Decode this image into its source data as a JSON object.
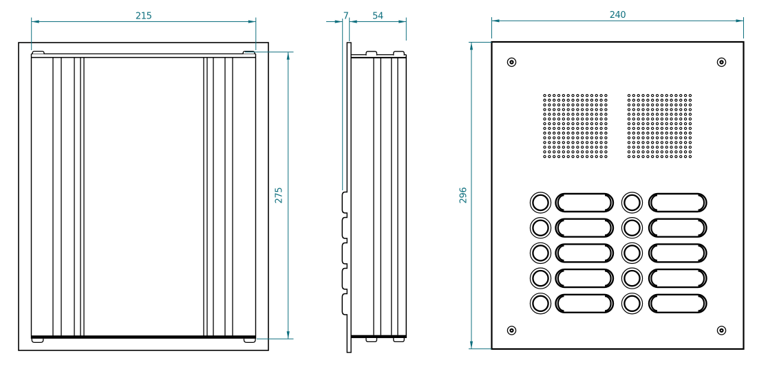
{
  "meta": {
    "drawing_type": "technical-dimension-drawing",
    "subject": "door-entry-intercom-panel",
    "views": [
      "back-box-front-view",
      "side-view",
      "front-panel-view"
    ]
  },
  "colors": {
    "line": "#000000",
    "dimension": "#0e6f7e",
    "background": "#ffffff"
  },
  "dimensions": {
    "back_box": {
      "width": "215",
      "height": "275"
    },
    "side": {
      "panel_offset": "7",
      "depth": "54"
    },
    "front_panel": {
      "width": "240",
      "height": "296"
    }
  },
  "front_panel": {
    "corner_screws": {
      "count": 4
    },
    "speaker_grille": {
      "count": 2,
      "rows": 14,
      "cols": 14
    },
    "call_buttons": {
      "rows": 5,
      "cols": 2,
      "total": 10
    },
    "nameplates": {
      "rows": 5,
      "cols": 2,
      "total": 10
    }
  },
  "back_box": {
    "extrusion_groove_lines": 10,
    "top_clips": 2,
    "bottom_feet": 2
  },
  "side_view": {
    "button_bumps": 5,
    "mounting_clips": 4,
    "extrusion_lines": 4
  }
}
